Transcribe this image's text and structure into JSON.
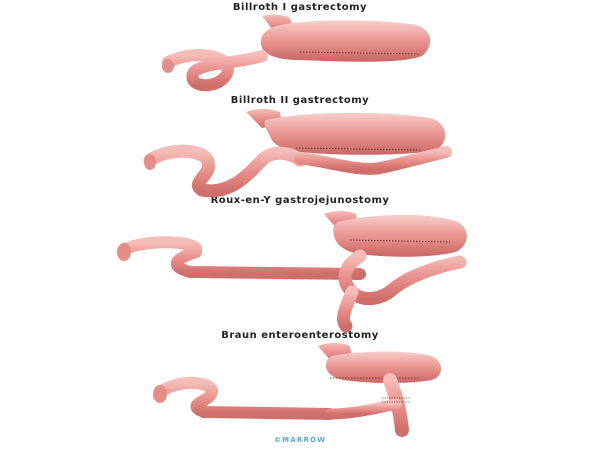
{
  "diagrams": [
    {
      "title": "Billroth I gastrectomy"
    },
    {
      "title": "Billroth II gastrectomy"
    },
    {
      "title": "Roux-en-Y gastrojejunostomy"
    },
    {
      "title": "Braun enteroenterostomy"
    }
  ],
  "watermark": "©MARROW",
  "colors": {
    "organ_fill": "#ec9a96",
    "organ_light": "#f6c9c4",
    "organ_shadow": "#c9605d",
    "staple_line": "#6b3a3a",
    "watermark": "#5aa9d6"
  }
}
